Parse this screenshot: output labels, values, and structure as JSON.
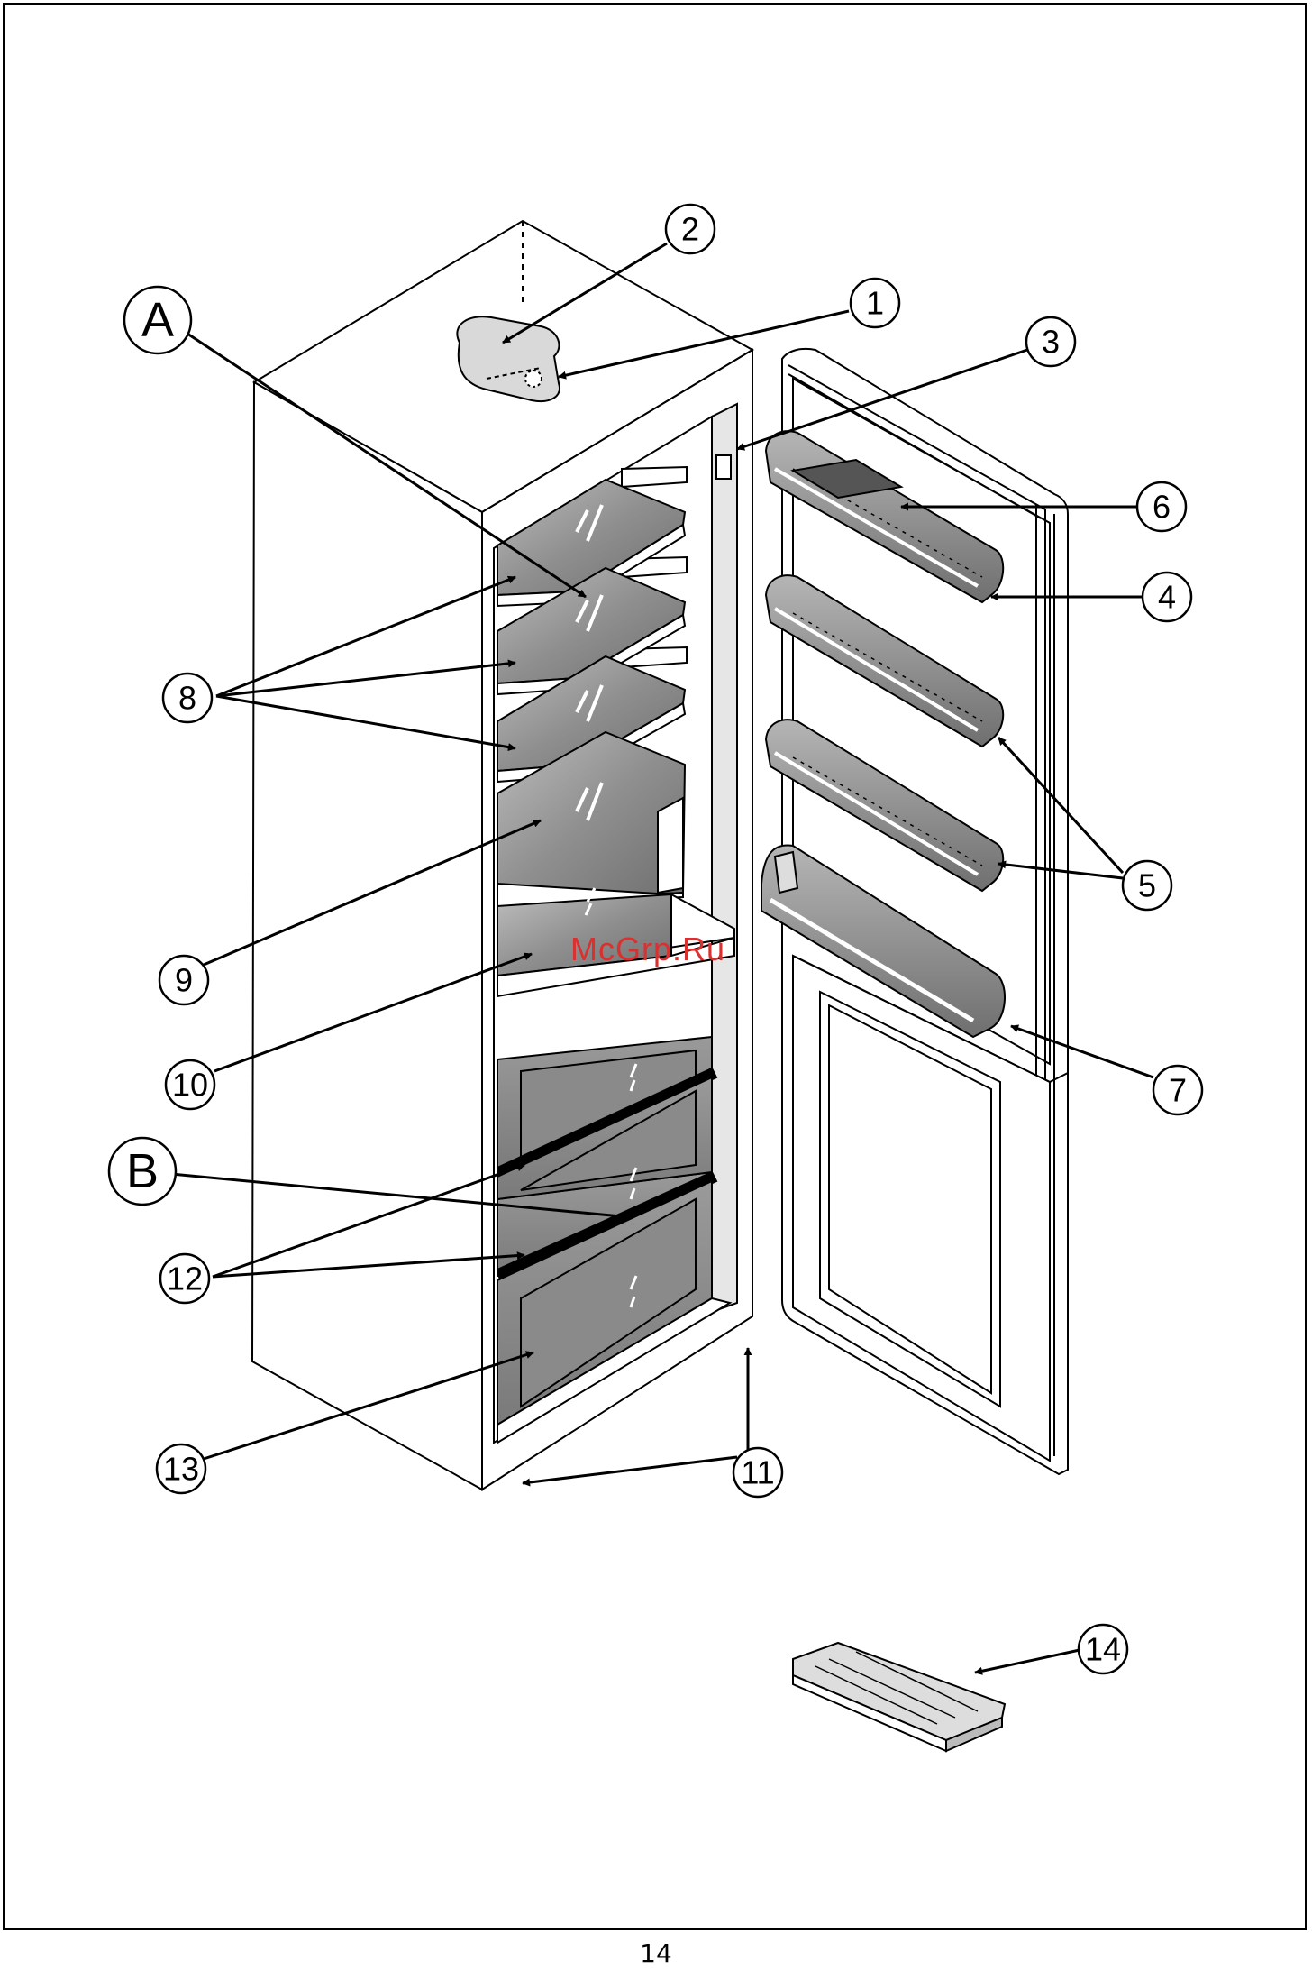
{
  "page": {
    "number": "14"
  },
  "watermark": {
    "text": "McGrp.Ru",
    "color": "#d93030"
  },
  "callouts": [
    {
      "id": "1",
      "label": "1"
    },
    {
      "id": "2",
      "label": "2"
    },
    {
      "id": "3",
      "label": "3"
    },
    {
      "id": "4",
      "label": "4"
    },
    {
      "id": "5",
      "label": "5"
    },
    {
      "id": "6",
      "label": "6"
    },
    {
      "id": "7",
      "label": "7"
    },
    {
      "id": "8",
      "label": "8"
    },
    {
      "id": "9",
      "label": "9"
    },
    {
      "id": "10",
      "label": "10"
    },
    {
      "id": "11",
      "label": "11"
    },
    {
      "id": "12",
      "label": "12"
    },
    {
      "id": "13",
      "label": "13"
    },
    {
      "id": "14",
      "label": "14"
    },
    {
      "id": "A",
      "label": "A"
    },
    {
      "id": "B",
      "label": "B"
    }
  ]
}
